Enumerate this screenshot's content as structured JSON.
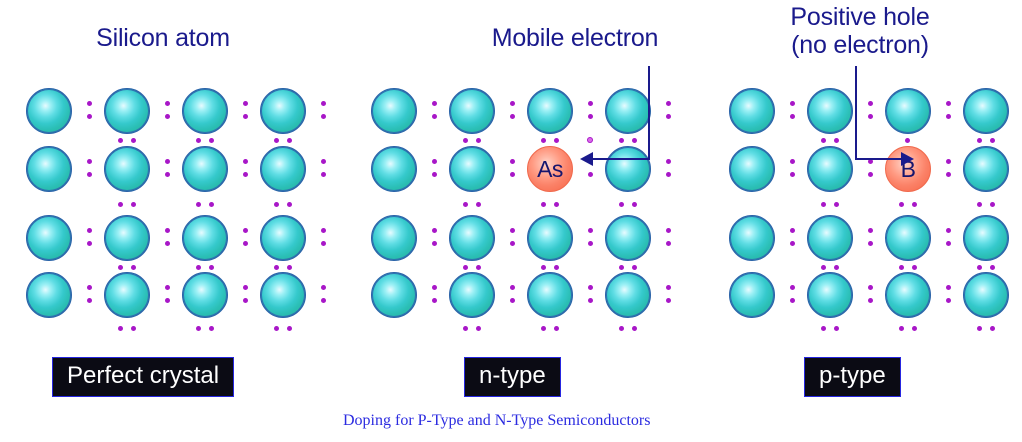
{
  "figure": {
    "caption": "Doping for P-Type and N-Type Semiconductors",
    "background_color": "#ffffff",
    "text_color": "#1a1a8c",
    "caption_color": "#2b2be0",
    "atom_color": "#35c9cc",
    "dopant_color": "#f97559",
    "electron_color": "#a817c8",
    "label_box_bg": "#0b0b14",
    "label_box_border": "#2626e0"
  },
  "panels": [
    {
      "id": "perfect-crystal",
      "heading": "Silicon atom",
      "bottom_label": "Perfect crystal",
      "lattice": {
        "rows": 4,
        "cols": 4,
        "atom_label": "",
        "dopant": null
      },
      "annotation": null
    },
    {
      "id": "n-type",
      "heading": "Mobile electron",
      "bottom_label": "n-type",
      "lattice": {
        "rows": 4,
        "cols": 4,
        "atom_label": "",
        "dopant": {
          "symbol": "As",
          "name": "arsenic",
          "row": 2,
          "col": 3
        }
      },
      "annotation": {
        "kind": "extra-electron",
        "direction": "left",
        "description": "Mobile electron"
      }
    },
    {
      "id": "p-type",
      "heading": "Positive hole\n(no electron)",
      "heading_line1": "Positive hole",
      "heading_line2": "(no electron)",
      "bottom_label": "p-type",
      "lattice": {
        "rows": 4,
        "cols": 4,
        "atom_label": "",
        "dopant": {
          "symbol": "B",
          "name": "boron",
          "row": 2,
          "col": 3
        }
      },
      "annotation": {
        "kind": "missing-electron",
        "direction": "right",
        "description": "Positive hole (no electron)"
      }
    }
  ]
}
